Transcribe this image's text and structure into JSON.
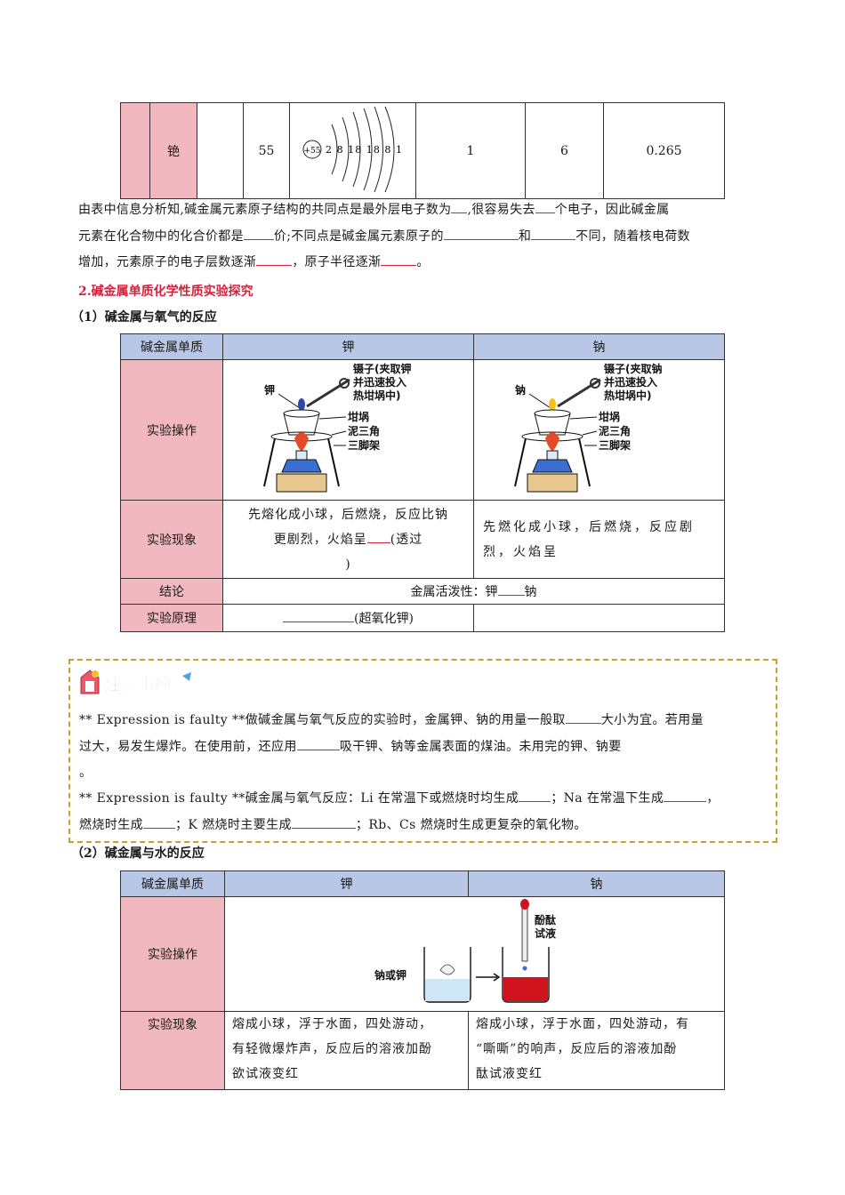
{
  "top_row": {
    "element": "铯",
    "atomic_number": "55",
    "nucleus": "+55",
    "shells": "2 8 18 18 8 1",
    "outer_electrons": "1",
    "period": "6",
    "radius": "0.265"
  },
  "analysis": {
    "s1": "由表中信息分析知,碱金属元素原子结构的共同点是最外层电子数为",
    "s2": ",很容易失去",
    "s3": "个电子，因此碱金属",
    "s4": "元素在化合物中的化合价都是",
    "s5": "价;不同点是碱金属元素原子的",
    "s6": "和",
    "s7": "不同，随着核电荷数",
    "s8": "增加，元素原子的电子层数逐渐",
    "s9": "，原子半径逐渐",
    "s10": "。"
  },
  "section2_title": "2.碱金属单质化学性质实验探究",
  "sub1_title": "（1）碱金属与氧气的反应",
  "table1": {
    "header": [
      "碱金属单质",
      "钾",
      "钠"
    ],
    "row_operation": "实验操作",
    "row_phenomenon": "实验现象",
    "k_phenomenon_a": "先熔化成小球，后燃烧，反应比钠",
    "k_phenomenon_b": "更剧烈，火焰呈",
    "k_phenomenon_c": "(透过",
    "k_phenomenon_d": ")",
    "na_phenomenon_a": "先燃化成小球，后燃烧，反应剧",
    "na_phenomenon_b": "烈，火焰呈",
    "row_conclusion": "结论",
    "conclusion_a": "金属活泼性：钾",
    "conclusion_b": "钠",
    "row_principle": "实验原理",
    "principle_k": "(超氧化钾)",
    "fig_k": {
      "metal": "钾",
      "tweezer_1": "镊子(夹取钾",
      "tweezer_2": "并迅速投入",
      "tweezer_3": "热坩埚中)",
      "crucible": "坩埚",
      "triangle": "泥三角",
      "tripod": "三脚架"
    },
    "fig_na": {
      "metal": "钠",
      "tweezer_1": "镊子(夹取钠",
      "tweezer_2": "并迅速投入",
      "tweezer_3": "热坩埚中)",
      "crucible": "坩埚",
      "triangle": "泥三角",
      "tripod": "三脚架"
    }
  },
  "notes": {
    "badge": "注意事项",
    "err": "** Expression is faulty **",
    "p1a": "做碱金属与氧气反应的实验时，金属钾、钠的用量一般取",
    "p1b": "大小为宜。若用量",
    "p1c": "过大，易发生爆炸。在使用前，还应用",
    "p1d": "吸干钾、钠等金属表面的煤油。未用完的钾、钠要",
    "p1e": "。",
    "p2a": "碱金属与氧气反应：Li 在常温下或燃烧时均生成",
    "p2b": "；Na 在常温下生成",
    "p2c": "，",
    "p2d": "燃烧时生成",
    "p2e": "；K 燃烧时主要生成",
    "p2f": "；Rb、Cs 燃烧时生成更复杂的氧化物。"
  },
  "sub2_title": "（2）碱金属与水的反应",
  "table2": {
    "header": [
      "碱金属单质",
      "钾",
      "钠"
    ],
    "row_operation": "实验操作",
    "row_phenomenon": "实验现象",
    "fig_metal": "钠或钾",
    "fig_reagent_1": "酚酞",
    "fig_reagent_2": "试液",
    "k_a": "熔成小球，浮于水面，四处游动，",
    "k_b": "有轻微爆炸声，反应后的溶液加酚",
    "k_c": "欲试液变红",
    "na_a": "熔成小球，浮于水面，四处游动，有",
    "na_b": "“嘶嘶”的响声，反应后的溶液加酚",
    "na_c": "酞试液变红"
  },
  "colors": {
    "pink": "#f2b8c0",
    "blue": "#b8c7e6",
    "red": "#d4213c",
    "note_border": "#c2a42b"
  }
}
